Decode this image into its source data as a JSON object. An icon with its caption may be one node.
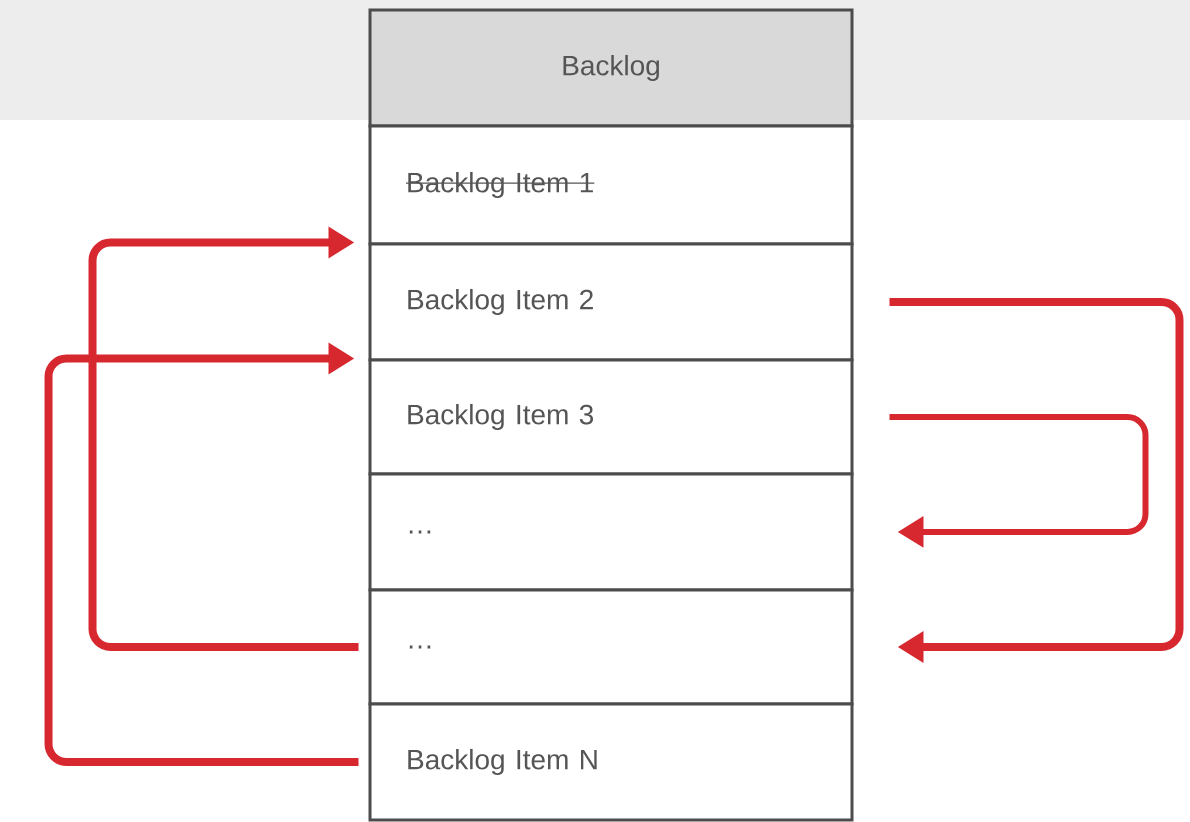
{
  "diagram": {
    "nodes": [
      {
        "text": [
          "Backlog"
        ]
      },
      {
        "text": [
          "Backlog Item 1"
        ]
      },
      {
        "text": [
          "Backlog Item 2"
        ]
      },
      {
        "text": [
          "Backlog Item 3"
        ]
      },
      {
        "text": [
          "…"
        ]
      },
      {
        "text": [
          "…"
        ]
      },
      {
        "text": [
          "Backlog Item N"
        ]
      }
    ],
    "edges": [
      {
        "from": 5,
        "to": 2,
        "arrow": "to"
      },
      {
        "from": 6,
        "to": 3,
        "arrow": "to"
      },
      {
        "from": 2,
        "to": 5,
        "arrow": "to"
      },
      {
        "from": 3,
        "to": 4,
        "arrow": "to"
      }
    ]
  }
}
